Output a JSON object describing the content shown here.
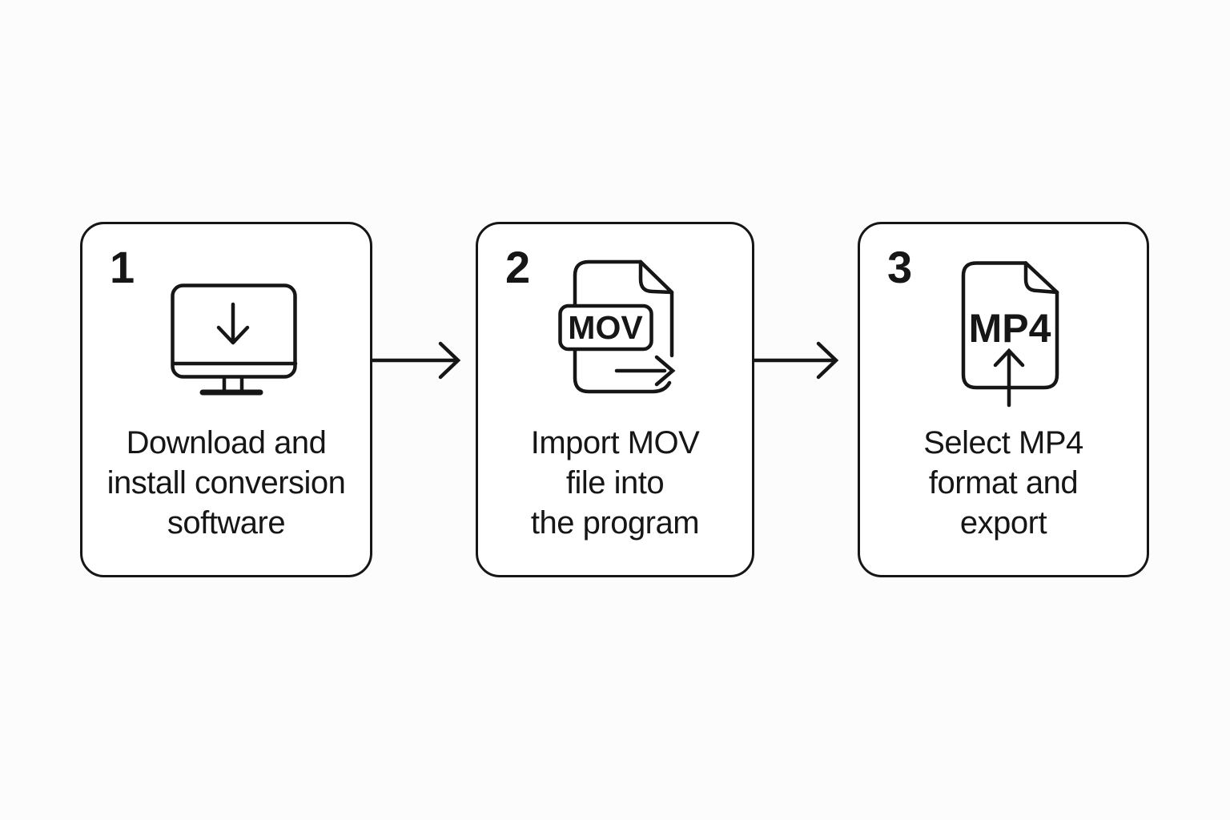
{
  "page": {
    "background": "#fcfcfc",
    "ink": "#161616",
    "card_background": "#ffffff"
  },
  "steps": [
    {
      "number": "1",
      "icon": "monitor-download-icon",
      "lines": [
        "Download and",
        "install conversion",
        "software"
      ]
    },
    {
      "number": "2",
      "icon": "mov-file-import-icon",
      "icon_label": "MOV",
      "lines": [
        "Import MOV",
        "file into",
        "the program"
      ]
    },
    {
      "number": "3",
      "icon": "mp4-file-export-icon",
      "icon_label": "MP4",
      "lines": [
        "Select MP4",
        "format and",
        "export"
      ]
    }
  ]
}
